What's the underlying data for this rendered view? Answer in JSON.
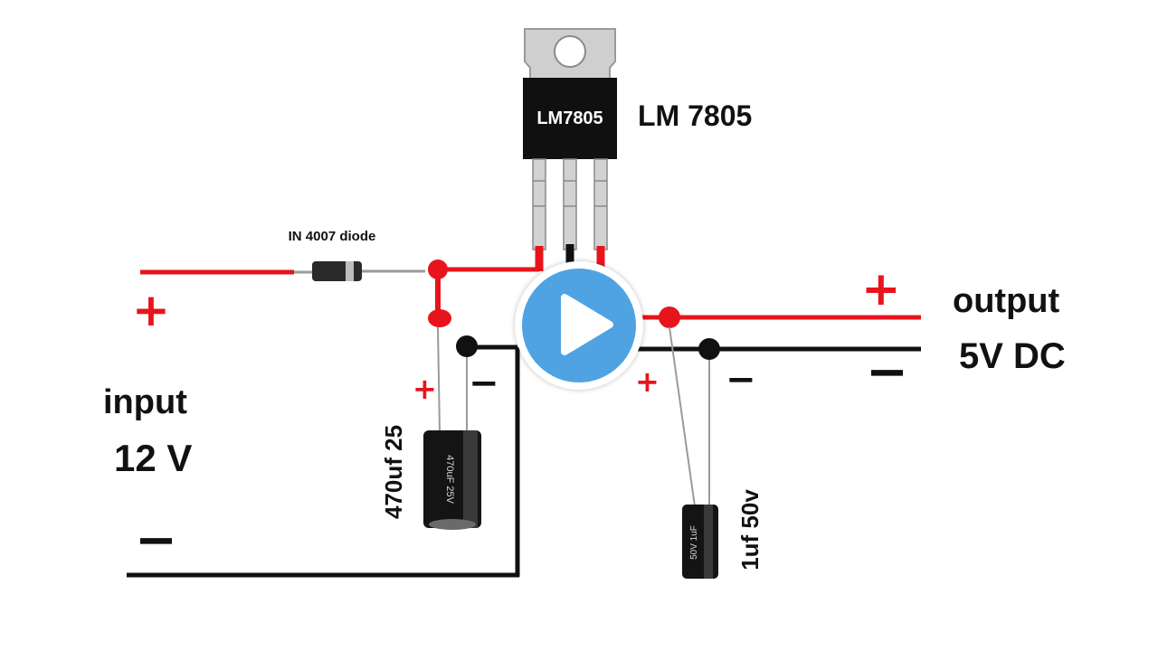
{
  "regulator": {
    "chip_text": "LM7805",
    "label": "LM 7805"
  },
  "diode": {
    "label": "IN 4007 diode"
  },
  "input": {
    "line1": "input",
    "line2": "12 V",
    "plus": "+",
    "minus": "−"
  },
  "output": {
    "line1": "output",
    "line2": "5V DC",
    "plus": "+",
    "minus": "−"
  },
  "cap_large": {
    "label": "470uf 25",
    "body_text": "470uF 25V",
    "plus": "+",
    "minus": "−"
  },
  "cap_small": {
    "label": "1uf 50v",
    "body_text": "50V 1uF",
    "plus": "+",
    "minus": "−"
  },
  "colors": {
    "positive_wire": "#e8141c",
    "negative_wire": "#111111",
    "play_button": "#4fa3e3"
  },
  "icons": {
    "play": "play-icon"
  }
}
